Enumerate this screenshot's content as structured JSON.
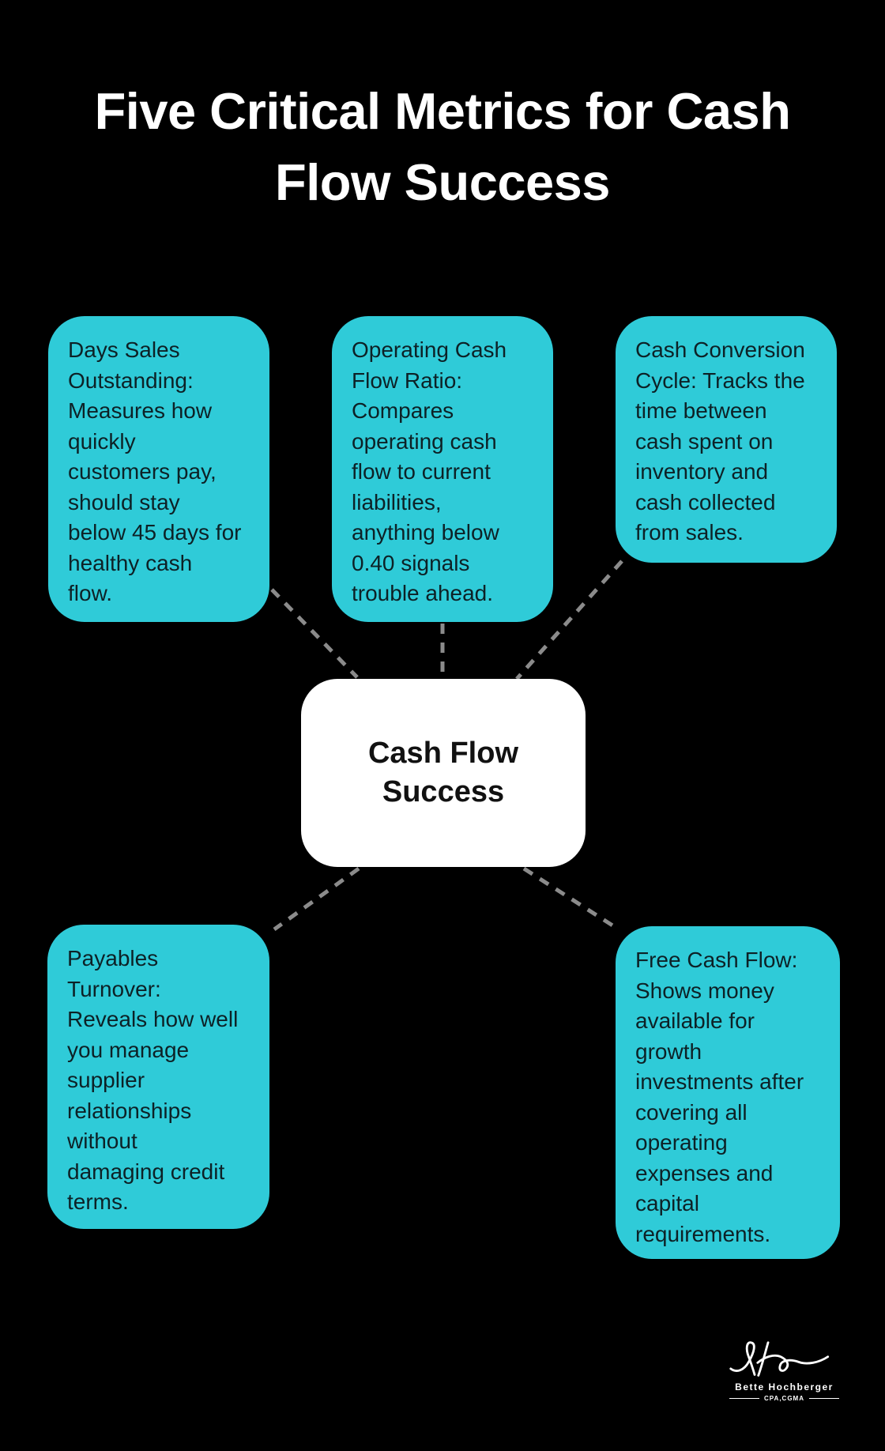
{
  "infographic": {
    "title": "Five Critical Metrics for Cash\nFlow Success",
    "center_label": "Cash Flow\nSuccess",
    "metrics": [
      {
        "name": "days-sales-outstanding",
        "text": "Days Sales\nOutstanding:\nMeasures how\nquickly\ncustomers pay,\nshould stay\nbelow 45 days for\nhealthy cash\nflow."
      },
      {
        "name": "operating-cash-flow-ratio",
        "text": "Operating Cash\nFlow Ratio:\nCompares\noperating cash\nflow to current\nliabilities,\nanything below\n0.40 signals\ntrouble ahead."
      },
      {
        "name": "cash-conversion-cycle",
        "text": "Cash Conversion\nCycle: Tracks the\ntime between\ncash spent on\ninventory and\ncash collected\nfrom sales."
      },
      {
        "name": "payables-turnover",
        "text": "Payables\nTurnover:\nReveals how well\nyou manage\nsupplier\nrelationships\nwithout\ndamaging credit\nterms."
      },
      {
        "name": "free-cash-flow",
        "text": "Free Cash Flow:\nShows money\navailable for\ngrowth\ninvestments after\ncovering all\noperating\nexpenses and\ncapital\nrequirements."
      }
    ],
    "branding": {
      "name": "Bette Hochberger",
      "credentials": "CPA,CGMA"
    },
    "colors": {
      "background": "#000000",
      "metric_box": "#2fcbd8",
      "metric_text": "#0d2126",
      "center_box": "#ffffff",
      "center_text": "#111111",
      "connector": "#8b8b8b",
      "title_text": "#ffffff"
    }
  }
}
